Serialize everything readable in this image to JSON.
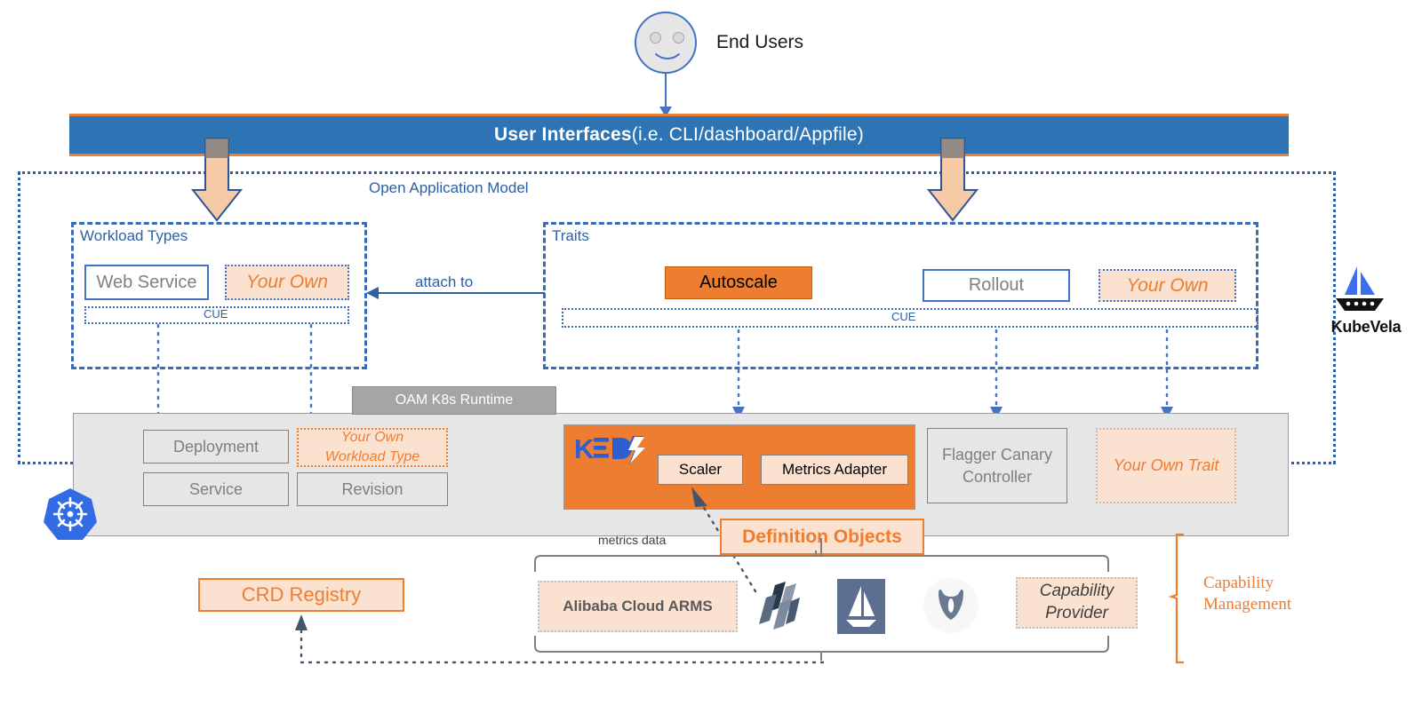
{
  "diagram": {
    "title": "KubeVela / OAM architecture",
    "colors": {
      "blue_bar": "#2e74b5",
      "accent_orange": "#ed7d31",
      "light_orange": "#fbe2d0",
      "outline_blue": "#4472c4",
      "runtime_grey": "#e6e6e6",
      "tag_grey": "#a5a5a5"
    }
  },
  "end_users": {
    "label": "End Users",
    "icon": "smiley-face-icon"
  },
  "user_interfaces": {
    "strong": "User Interfaces",
    "rest": " (i.e. CLI/dashboard/Appfile)"
  },
  "oam": {
    "label": "Open Application Model",
    "workload_types": {
      "title": "Workload Types",
      "cue_label": "CUE",
      "items": [
        {
          "label": "Web Service",
          "style": "outlined"
        },
        {
          "label": "Your Own",
          "style": "your-own"
        }
      ]
    },
    "attach_to_label": "attach to",
    "traits": {
      "title": "Traits",
      "cue_label": "CUE",
      "items": [
        {
          "label": "Autoscale",
          "style": "filled"
        },
        {
          "label": "Rollout",
          "style": "outlined"
        },
        {
          "label": "Your Own",
          "style": "your-own"
        }
      ]
    }
  },
  "runtime": {
    "tag": "OAM K8s Runtime",
    "k8s_icon": "kubernetes-helm-wheel-icon",
    "workload_boxes": [
      {
        "label": "Deployment"
      },
      {
        "label": "Service"
      },
      {
        "label": "Revision"
      }
    ],
    "your_own_workload": {
      "line1": "Your Own",
      "line2": "Workload Type"
    },
    "keda": {
      "logo_text": "KΞD",
      "logo_name": "keda-logo",
      "children": [
        {
          "label": "Scaler"
        },
        {
          "label": "Metrics Adapter"
        }
      ]
    },
    "flagger": {
      "line1": "Flagger Canary",
      "line2": "Controller"
    },
    "your_own_trait": {
      "label": "Your Own Trait"
    }
  },
  "bottom": {
    "metrics_data_label": "metrics data",
    "definition_objects": "Definition Objects",
    "crd_registry": "CRD Registry",
    "providers": [
      {
        "label": "Alibaba Cloud ARMS",
        "type": "text"
      },
      {
        "label": "",
        "type": "icon",
        "icon": "helm-icon"
      },
      {
        "label": "",
        "type": "icon",
        "icon": "istio-sailboat-icon"
      },
      {
        "label": "",
        "type": "icon",
        "icon": "vault-icon"
      },
      {
        "line1": "Capability",
        "line2": "Provider",
        "type": "text2"
      }
    ]
  },
  "branding": {
    "kubevela_label": "KubeVela",
    "kubevela_icon": "kubevela-sailboat-icon"
  },
  "capability_management": {
    "line1": "Capability",
    "line2": "Management"
  }
}
